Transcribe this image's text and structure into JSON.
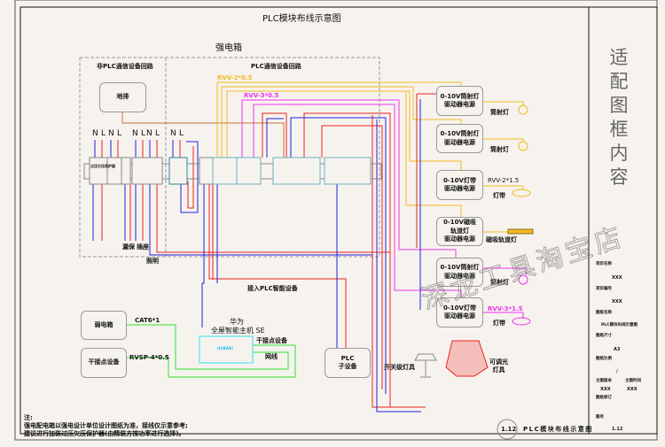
{
  "title": "PLC模块布线示意图",
  "cabinet_label": "强电箱",
  "sections": {
    "non_plc": "非PLC通信设备回路",
    "plc": "PLC通信设备回路"
  },
  "ground_bar": "地排",
  "nl_labels": [
    "N",
    "L",
    "N",
    "L",
    "N",
    "L",
    "N",
    "L",
    "N",
    "L"
  ],
  "surge_protector": "过压欠压保护器",
  "cables": {
    "rvv2_05": "RVV-2*0.5",
    "rvv3_05": "RVV-3*0.5",
    "rvv2_15": "RVV-2*1.5",
    "rvv3_15": "RVV-3*1.5",
    "cat6": "CAT6*1",
    "rvsp": "RVSP-4*0.5"
  },
  "circuit_labels": {
    "leakage": "漏保",
    "socket": "插座",
    "lighting": "照明",
    "plc_devices": "接入PLC智能设备"
  },
  "drivers": [
    {
      "label": "0-10V筒射灯\n驱动器电源",
      "lamp": "筒射灯"
    },
    {
      "label": "0-10V筒射灯\n驱动器电源",
      "lamp": "筒射灯"
    },
    {
      "label": "0-10V灯带\n驱动器电源",
      "lamp": "灯带"
    },
    {
      "label": "0-10V磁吸\n轨道灯\n驱动器电源",
      "lamp": "磁吸轨道灯"
    },
    {
      "label": "0-10V筒射灯\n驱动器电源",
      "lamp": "筒射灯"
    },
    {
      "label": "0-10V灯带\n驱动器电源",
      "lamp": "灯带"
    }
  ],
  "bottom": {
    "weak_box": "弱电箱",
    "dry_contact_device": "干接点设备",
    "host_brand": "华为",
    "host_name": "全屋智能主机 SE",
    "host_logo": "HUAWEI",
    "dry_contact_label": "干接点设备",
    "network_label": "网线",
    "plc_sub": "PLC\n子设备",
    "switch_lamp": "开关级灯具",
    "dimmable_lamp": "可调光\n灯具"
  },
  "notes": [
    "注:",
    "强电配电箱以强电设计单位设计图纸为准，接线仅示意参考;",
    "建议进行加装过压欠压保护器(由精装方按功率进行选择)。"
  ],
  "drawing_tag": {
    "number": "1.12",
    "name": "PLC模块布线示意图"
  },
  "side_title": "适\n配\n图\n框\n内\n容",
  "title_block": [
    {
      "label": "项目名称",
      "value": "XXX"
    },
    {
      "label": "项目编号",
      "value": "XXX"
    },
    {
      "label": "图纸名称",
      "value": "PLC模块布线示意图"
    },
    {
      "label": "图纸尺寸",
      "value": "A3"
    },
    {
      "label": "图纸比例",
      "value": "/"
    },
    {
      "label": "主图版本",
      "value": "XXX"
    },
    {
      "label": "主图时间",
      "value": "XXX"
    },
    {
      "label": "图纸修订",
      "value": ""
    },
    {
      "label": "图号",
      "value": "1.12"
    }
  ],
  "watermark": "深龙工具淘宝店",
  "colors": {
    "orange": "#f5b820",
    "magenta": "#f030f0",
    "red": "#ee2020",
    "blue": "#2020e0",
    "green": "#30e030",
    "cyan": "#30e0f0",
    "ground": "#c8703a"
  }
}
